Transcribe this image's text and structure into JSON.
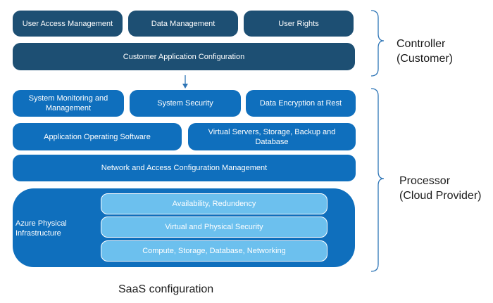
{
  "controller": {
    "boxes": [
      "User Access Management",
      "Data Management",
      "User Rights"
    ],
    "wide_box": "Customer Application Configuration",
    "label_line1": "Controller",
    "label_line2": "(Customer)"
  },
  "processor": {
    "row1": [
      "System Monitoring and Management",
      "System Security",
      "Data Encryption at Rest"
    ],
    "row2": [
      "Application Operating Software",
      "Virtual Servers, Storage, Backup and Database"
    ],
    "network": "Network and Access Configuration Management",
    "azure_label": "Azure Physical Infrastructure",
    "azure_items": [
      "Availability, Redundency",
      "Virtual and Physical Security",
      "Compute, Storage, Database, Networking"
    ],
    "label_line1": "Processor",
    "label_line2": "(Cloud Provider)"
  },
  "caption": "SaaS configuration",
  "colors": {
    "controller_fill": "#1d4f73",
    "processor_fill": "#0f6fbd",
    "infra_item_fill": "#6cc0ee",
    "bracket": "#2e75b6"
  }
}
